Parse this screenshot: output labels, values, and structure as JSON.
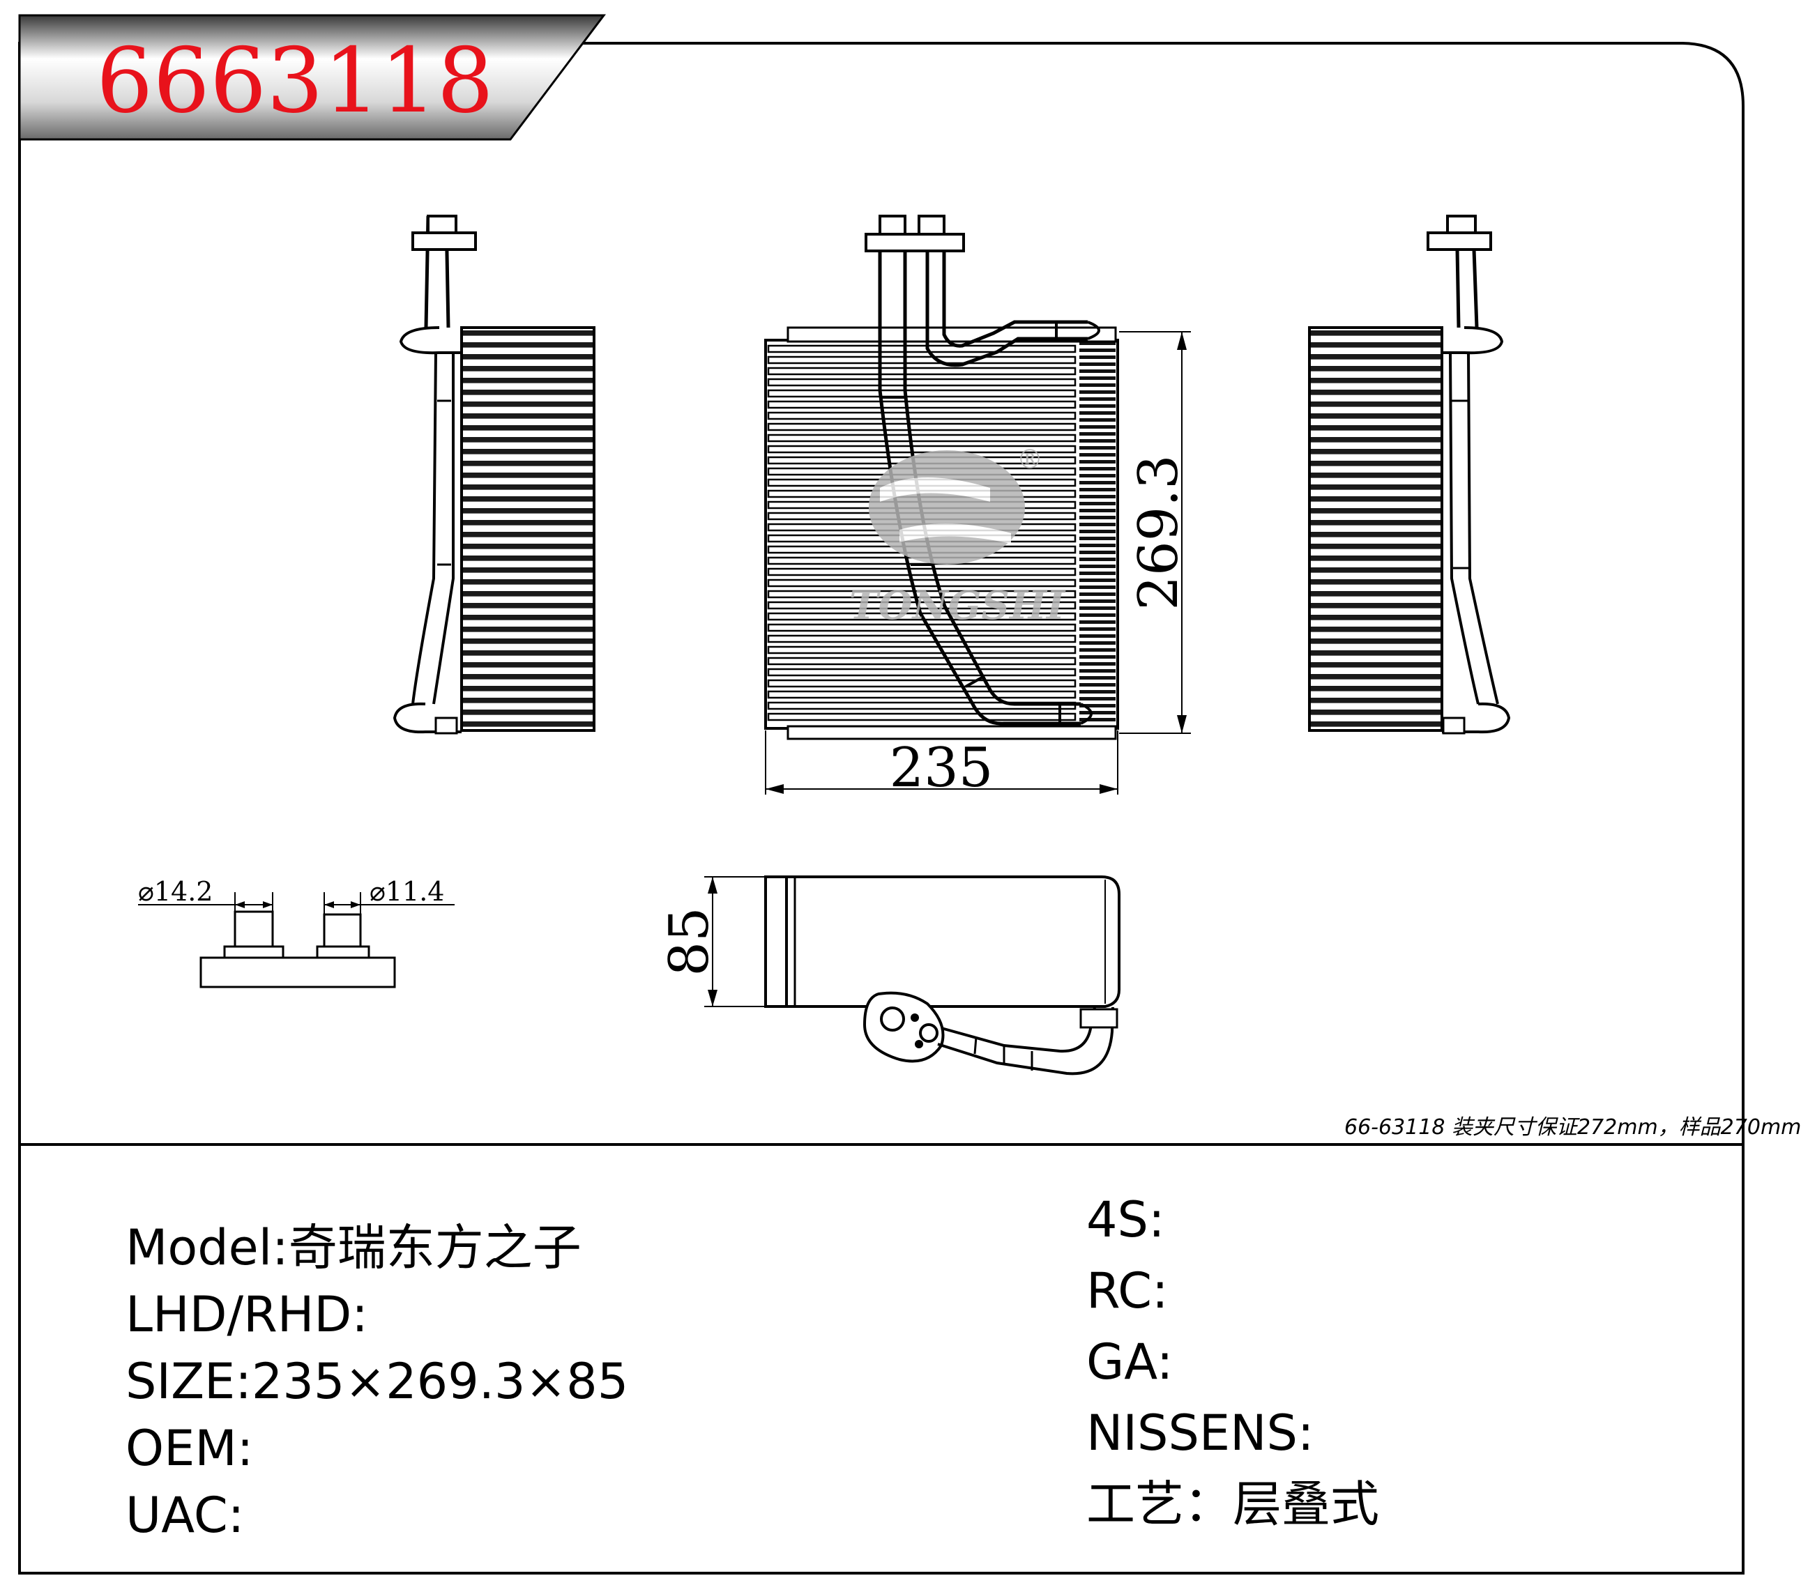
{
  "part_number": "6663118",
  "dimensions": {
    "width_label": "235",
    "height_label": "269.3",
    "depth_label": "85",
    "pipe_a_label": "⌀14.2",
    "pipe_b_label": "⌀11.4"
  },
  "watermark": {
    "text": "TONGSHI",
    "registered": "®"
  },
  "note": "66-63118 装夹尺寸保证272mm，样品270mm",
  "specs_left": [
    {
      "label": "Model",
      "sep": ":",
      "value": "奇瑞东方之子"
    },
    {
      "label": "LHD/RHD",
      "sep": ":",
      "value": ""
    },
    {
      "label": "SIZE",
      "sep": ":",
      "value": "235×269.3×85"
    },
    {
      "label": "OEM",
      "sep": ":",
      "value": ""
    },
    {
      "label": "UAC",
      "sep": ":",
      "value": ""
    }
  ],
  "specs_right": [
    {
      "label": "4S",
      "sep": ":",
      "value": ""
    },
    {
      "label": "RC",
      "sep": ":",
      "value": ""
    },
    {
      "label": "GA",
      "sep": ":",
      "value": ""
    },
    {
      "label": "NISSENS",
      "sep": ":",
      "value": ""
    },
    {
      "label": "工艺",
      "sep": "：",
      "value": "层叠式"
    }
  ],
  "colors": {
    "part_number": "#e8121b",
    "ink": "#000000",
    "watermark": "#b4b4b4"
  }
}
